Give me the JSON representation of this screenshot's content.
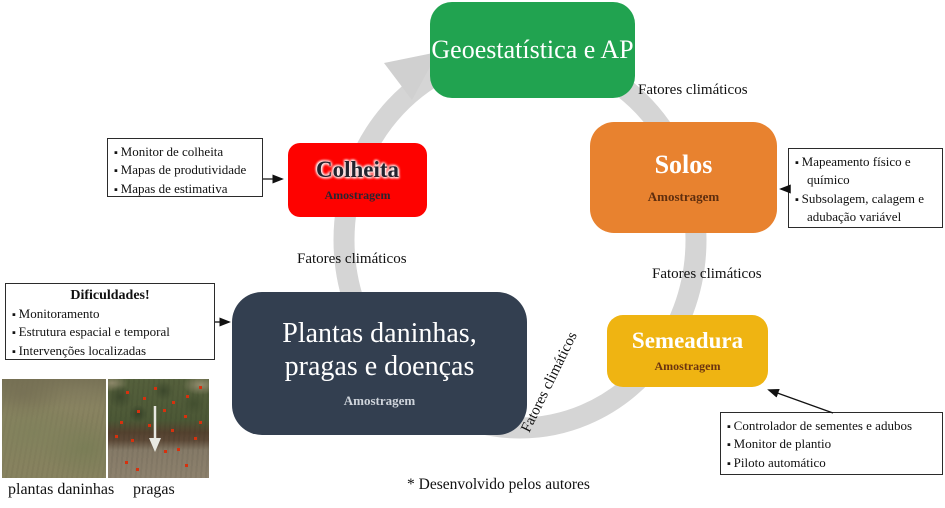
{
  "cycle": {
    "edge_label": "Fatores climáticos",
    "nodes": {
      "geoestatistica": {
        "title": "Geoestatística e AP"
      },
      "solos": {
        "title": "Solos",
        "subtitle": "Amostragem"
      },
      "semeadura": {
        "title": "Semeadura",
        "subtitle": "Amostragem"
      },
      "plantas": {
        "title": "Plantas daninhas, pragas e doenças",
        "subtitle": "Amostragem"
      },
      "colheita": {
        "title": "Colheita",
        "subtitle": "Amostragem"
      }
    }
  },
  "annotations": {
    "colheita": {
      "items": [
        "Monitor de colheita",
        "Mapas de produtividade",
        "Mapas de estimativa"
      ]
    },
    "solos": {
      "items": [
        "Mapeamento físico e químico",
        "Subsolagem, calagem e adubação variável"
      ]
    },
    "semeadura": {
      "items": [
        "Controlador de sementes e adubos",
        "Monitor de plantio",
        "Piloto automático"
      ]
    },
    "dificuldades": {
      "title": "Dificuldades!",
      "items": [
        "Monitoramento",
        "Estrutura espacial e temporal",
        "Intervenções localizadas"
      ]
    }
  },
  "photos": {
    "left_label": "plantas daninhas",
    "right_label": "pragas"
  },
  "footnote": "* Desenvolvido pelos autores",
  "colors": {
    "geoestatistica": "#21a350",
    "solos": "#e8822f",
    "semeadura": "#efb412",
    "plantas": "#333f50",
    "colheita": "#fe0200",
    "cycle_ring": "#d5d5d5",
    "pest_dot": "#d6310e"
  }
}
